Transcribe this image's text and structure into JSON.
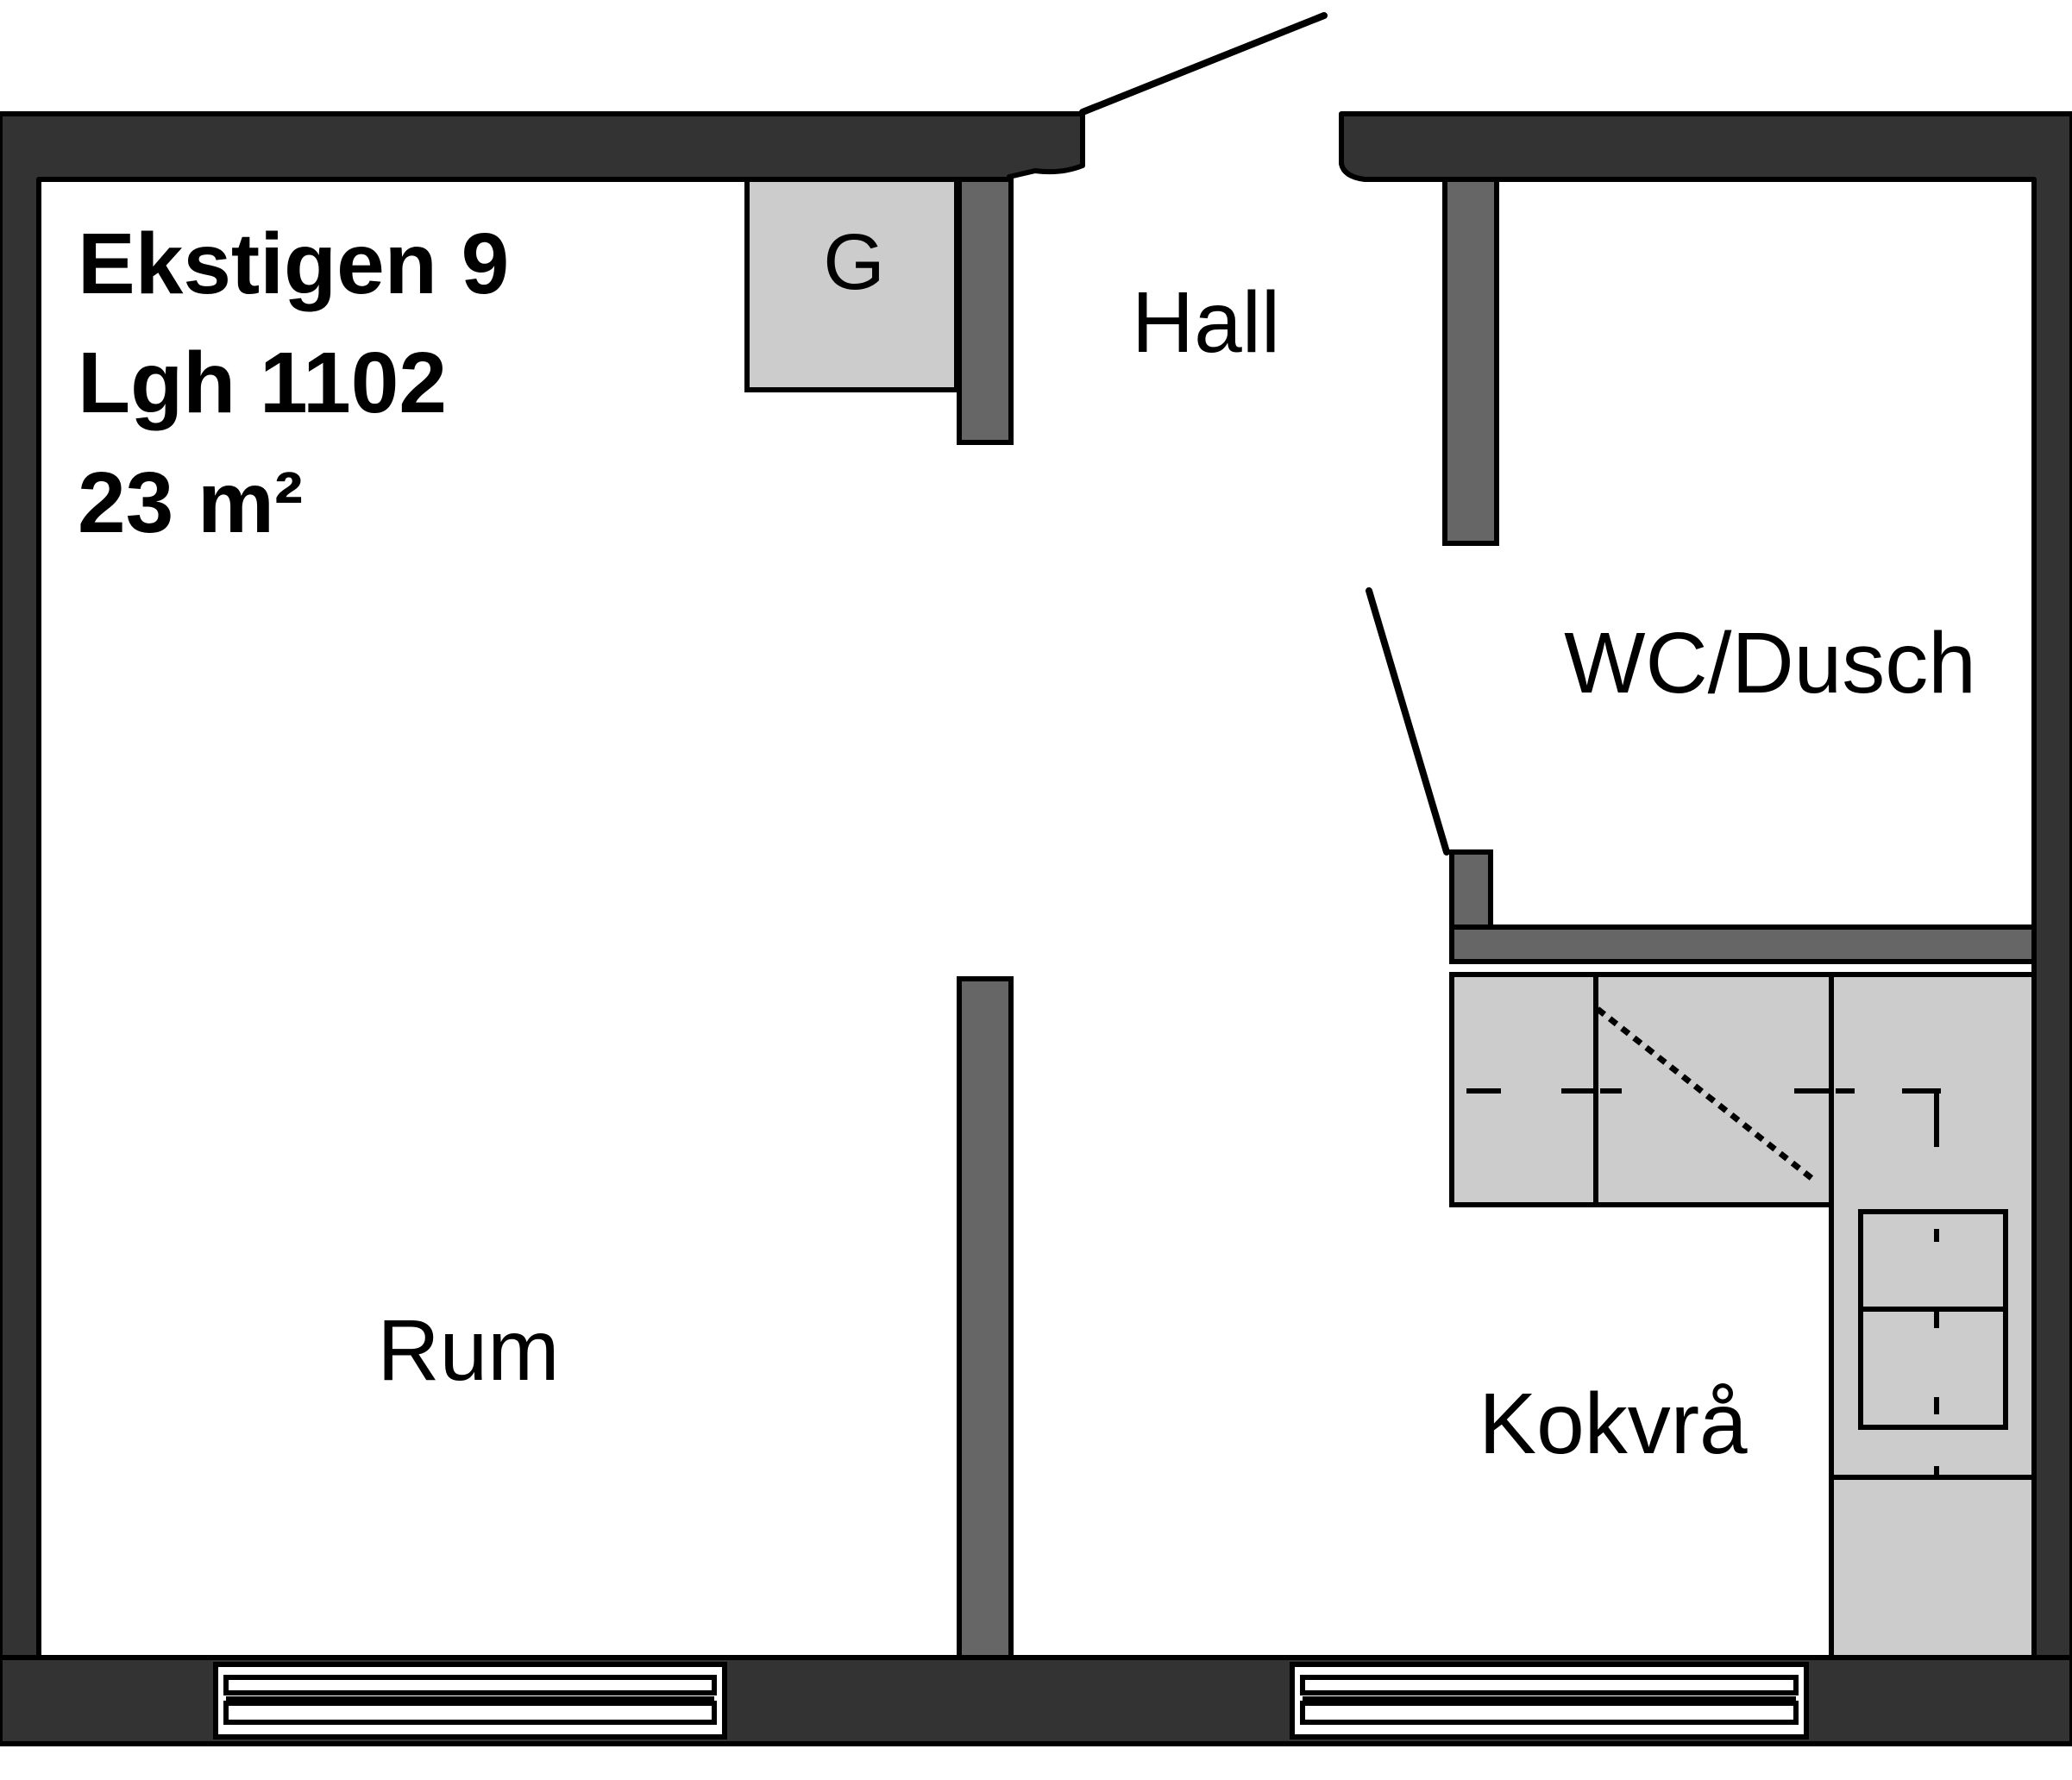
{
  "header": {
    "address": "Ekstigen 9",
    "apartment": "Lgh 1102",
    "area": "23 m²"
  },
  "rooms": {
    "wardrobe": "G",
    "hall": "Hall",
    "bathroom": "WC/Dusch",
    "living_room": "Rum",
    "kitchenette": "Kokvrå"
  },
  "colors": {
    "wall": "#333333",
    "partition": "#666666",
    "fixture": "#cccccc",
    "outline": "#000000",
    "background": "#ffffff"
  }
}
